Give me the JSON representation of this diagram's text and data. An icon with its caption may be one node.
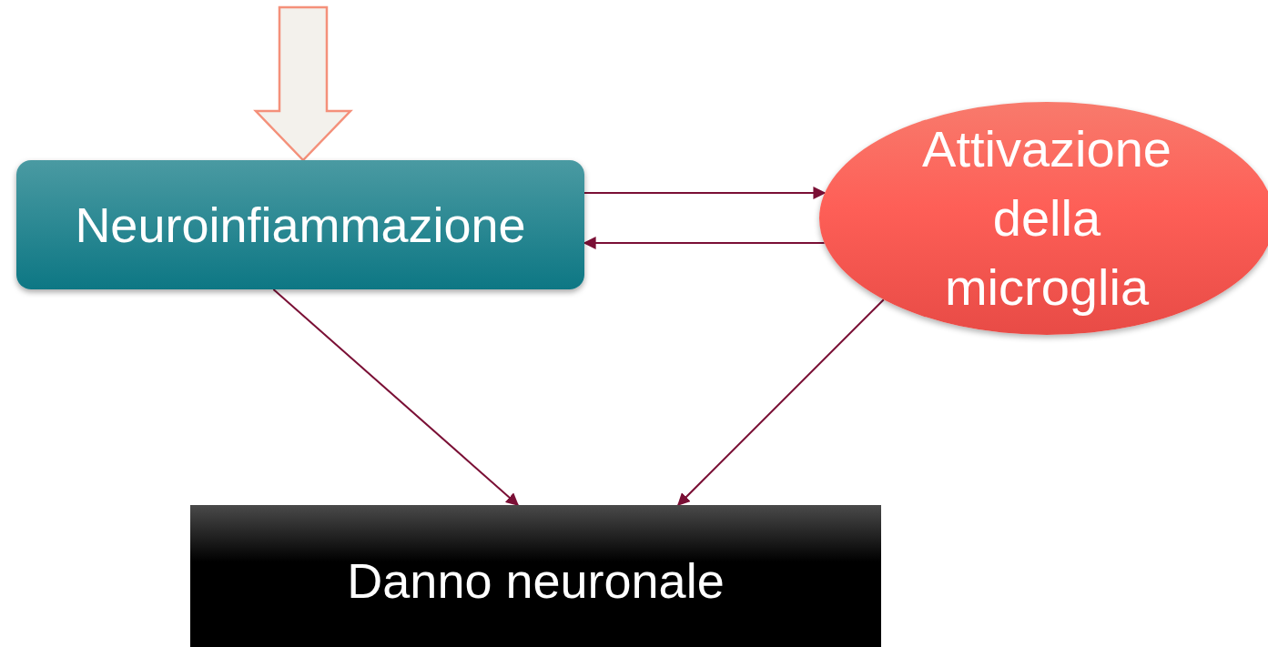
{
  "diagram": {
    "nodes": [
      {
        "text": [
          "Neuroinfiammazione"
        ]
      },
      {
        "text": [
          "Attivazione della microglia"
        ]
      },
      {
        "text": [
          "Danno neuronale"
        ]
      }
    ],
    "edges": [
      {
        "from": null,
        "to": 0,
        "arrow": "to",
        "style": "thick",
        "color": "#f4907a"
      },
      {
        "from": 0,
        "to": 1,
        "arrow": "to"
      },
      {
        "from": 1,
        "to": 0,
        "arrow": "to"
      },
      {
        "from": 0,
        "to": 2,
        "arrow": "to"
      },
      {
        "from": 1,
        "to": 2,
        "arrow": "to"
      }
    ]
  }
}
